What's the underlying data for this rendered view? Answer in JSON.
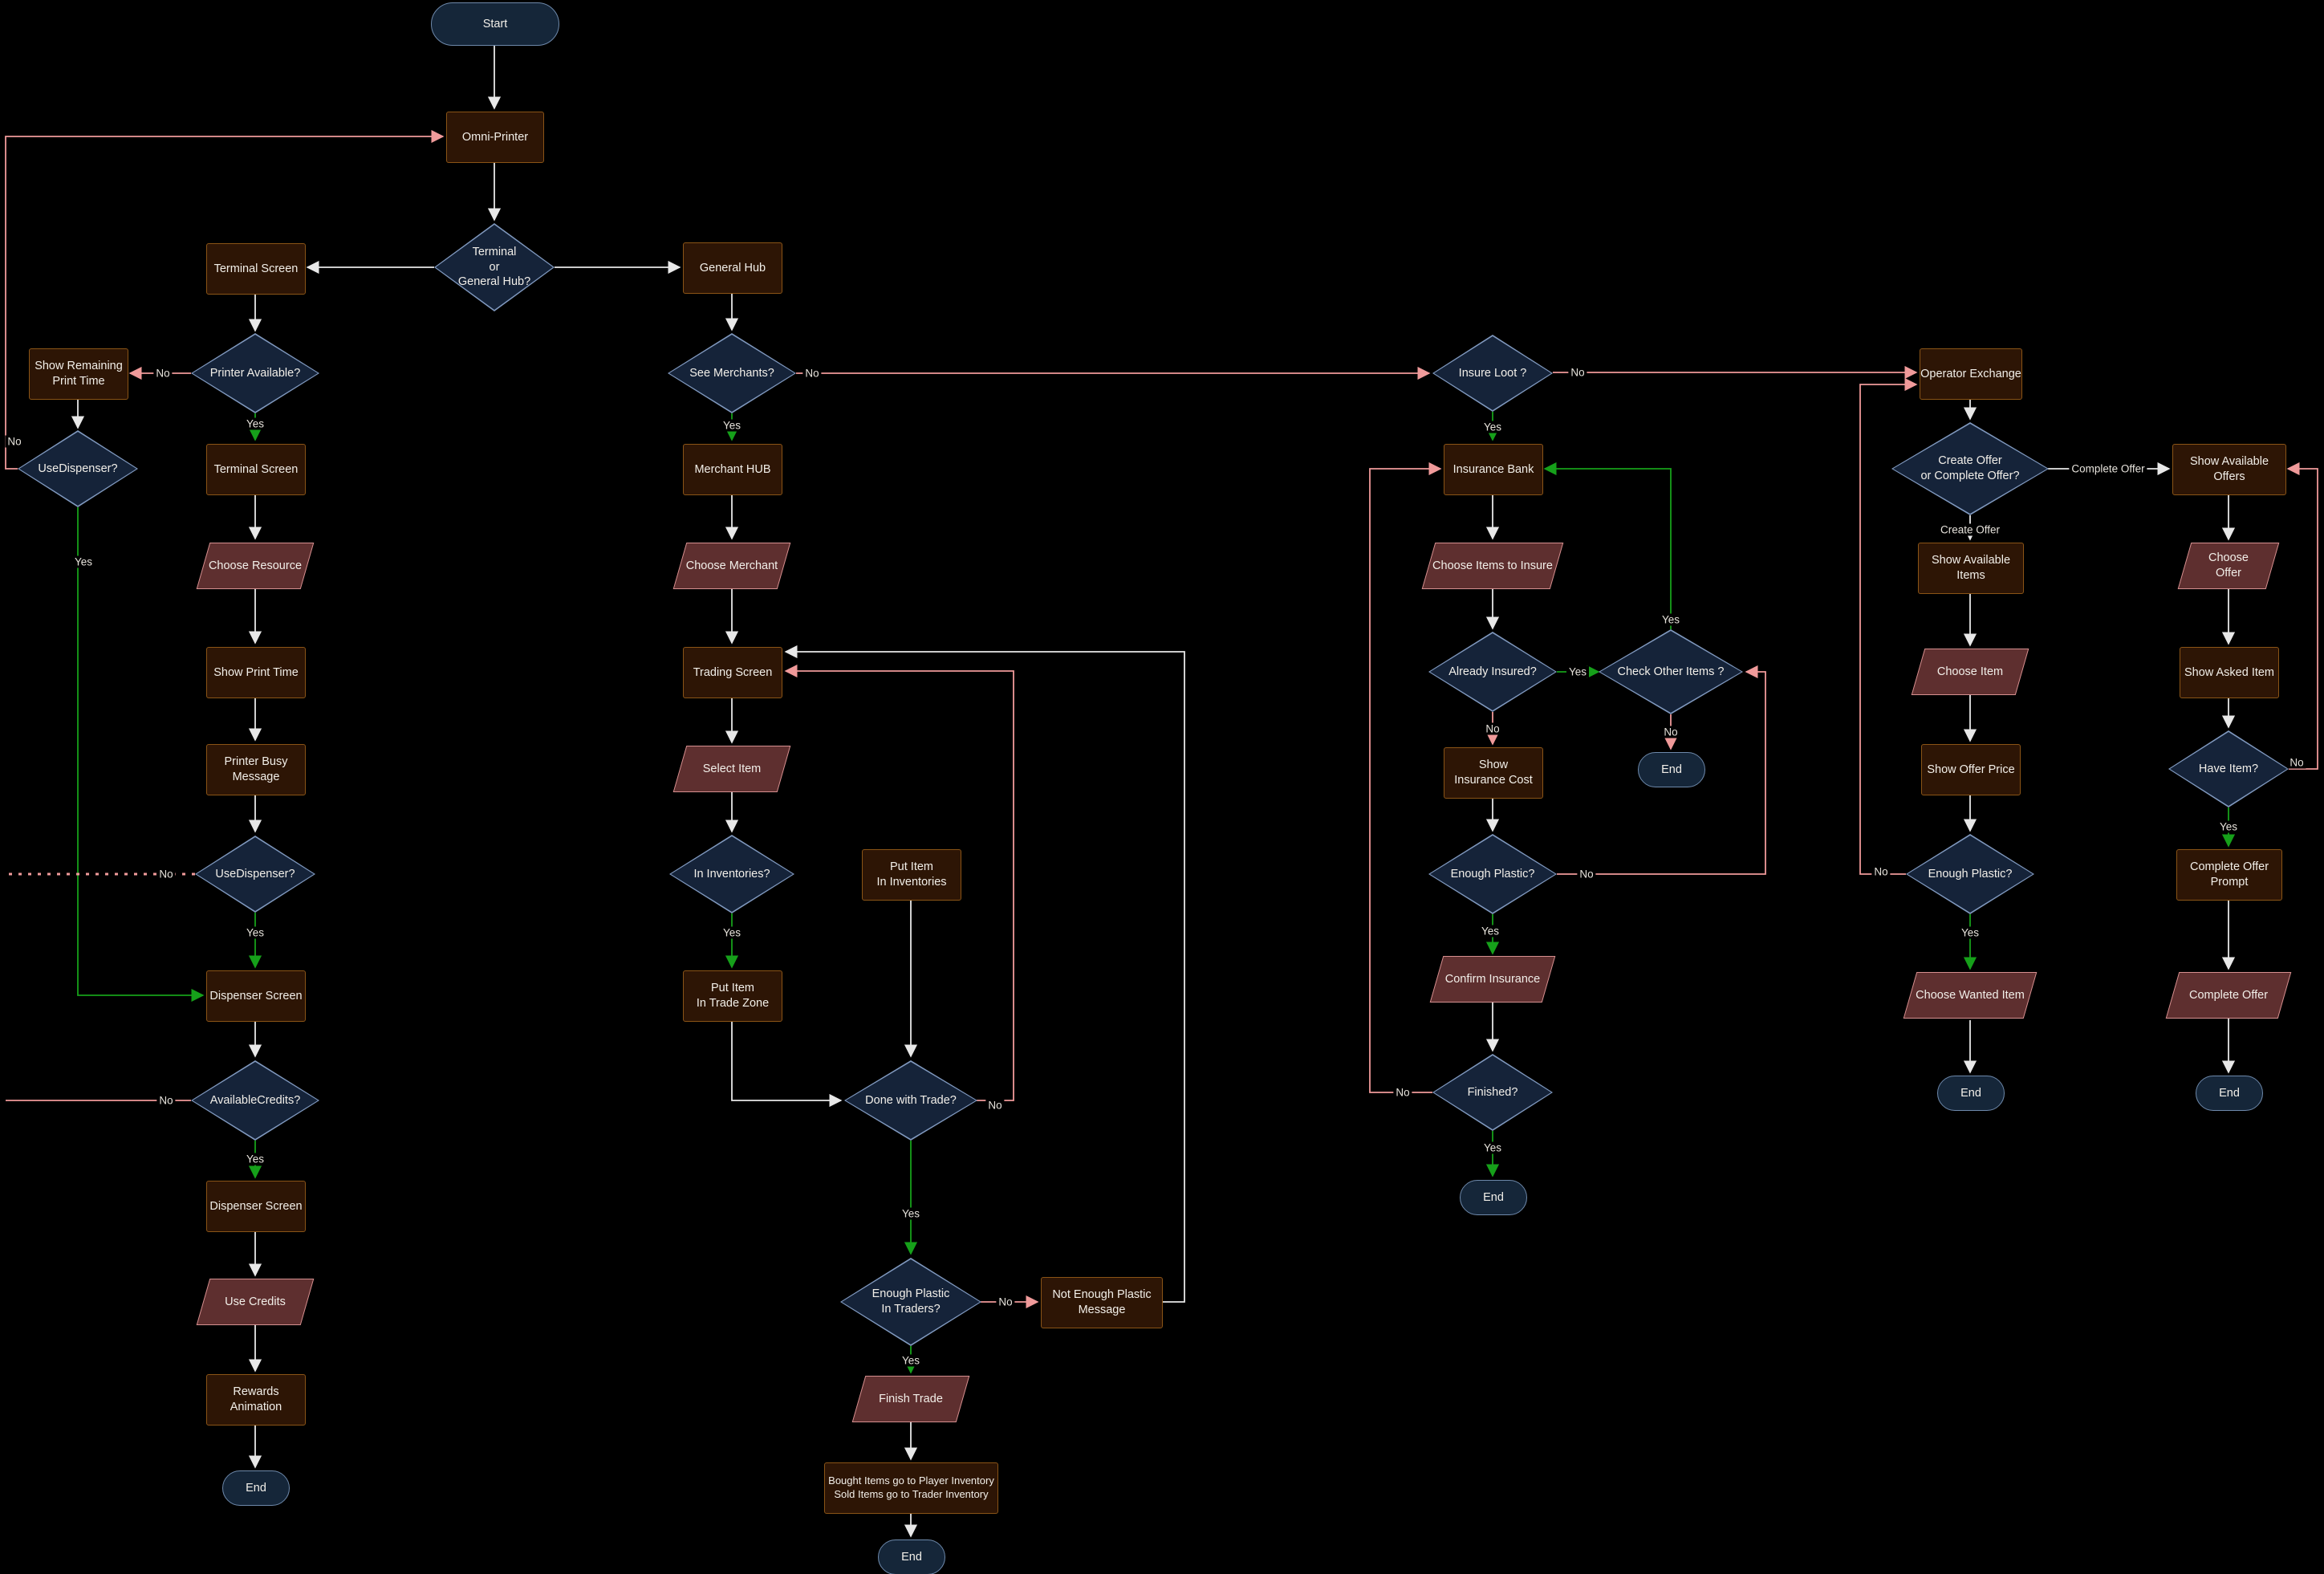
{
  "meta": {
    "diagram_type": "flowchart",
    "background": "#000000"
  },
  "colors": {
    "process_fill": "#2d1505",
    "process_border": "#8a5416",
    "io_fill": "#5e2f2f",
    "io_border": "#d69090",
    "decision_fill": "#152339",
    "decision_border": "#8099bf",
    "terminator_fill": "#152639",
    "terminator_border": "#6e89ab",
    "edge_default": "#e8e8e8",
    "edge_yes": "#16a01a",
    "edge_no": "#f09a9a",
    "text": "#f2efe9"
  },
  "edge_labels": {
    "yes": "Yes",
    "no": "No",
    "create_offer": "Create Offer",
    "complete_offer": "Complete Offer"
  },
  "nodes": {
    "start": {
      "label": "Start"
    },
    "omni_printer": {
      "label": "Omni-Printer"
    },
    "terminal_or_hub": {
      "label": "Terminal\nor\nGeneral Hub?"
    },
    "terminal_screen_1": {
      "label": "Terminal Screen"
    },
    "general_hub": {
      "label": "General Hub"
    },
    "printer_available": {
      "label": "Printer Available?"
    },
    "show_remaining": {
      "label": "Show Remaining\nPrint Time"
    },
    "use_dispenser_1": {
      "label": "UseDispenser?"
    },
    "terminal_screen_2": {
      "label": "Terminal Screen"
    },
    "choose_resource": {
      "label": "Choose Resource"
    },
    "show_print_time": {
      "label": "Show Print Time"
    },
    "printer_busy": {
      "label": "Printer Busy\nMessage"
    },
    "use_dispenser_2": {
      "label": "UseDispenser?"
    },
    "dispenser_screen_1": {
      "label": "Dispenser Screen"
    },
    "available_credits": {
      "label": "AvailableCredits?"
    },
    "dispenser_screen_2": {
      "label": "Dispenser Screen"
    },
    "use_credits": {
      "label": "Use Credits"
    },
    "rewards_animation": {
      "label": "Rewards Animation"
    },
    "end_left": {
      "label": "End"
    },
    "see_merchants": {
      "label": "See Merchants?"
    },
    "merchant_hub": {
      "label": "Merchant HUB"
    },
    "choose_merchant": {
      "label": "Choose Merchant"
    },
    "trading_screen": {
      "label": "Trading Screen"
    },
    "select_item": {
      "label": "Select Item"
    },
    "in_inventories": {
      "label": "In Inventories?"
    },
    "put_item_inventories": {
      "label": "Put Item\nIn Inventories"
    },
    "put_item_trade_zone": {
      "label": "Put Item\nIn Trade Zone"
    },
    "done_with_trade": {
      "label": "Done with Trade?"
    },
    "enough_plastic_traders": {
      "label": "Enough Plastic\nIn Traders?"
    },
    "not_enough_plastic": {
      "label": "Not Enough Plastic\nMessage"
    },
    "finish_trade": {
      "label": "Finish Trade"
    },
    "bought_sold": {
      "label": "Bought Items go to Player Inventory\nSold Items go to Trader Inventory"
    },
    "end_middle": {
      "label": "End"
    },
    "insure_loot": {
      "label": "Insure Loot ?"
    },
    "insurance_bank": {
      "label": "Insurance Bank"
    },
    "choose_items_insure": {
      "label": "Choose Items to Insure"
    },
    "already_insured": {
      "label": "Already Insured?"
    },
    "check_other_items": {
      "label": "Check Other Items ?"
    },
    "end_check": {
      "label": "End"
    },
    "show_insurance_cost": {
      "label": "Show\nInsurance Cost"
    },
    "enough_plastic_ins": {
      "label": "Enough Plastic?"
    },
    "confirm_insurance": {
      "label": "Confirm Insurance"
    },
    "finished": {
      "label": "Finished?"
    },
    "end_insurance": {
      "label": "End"
    },
    "operator_exchange": {
      "label": "Operator Exchange"
    },
    "create_or_complete": {
      "label": "Create Offer\nor Complete Offer?"
    },
    "show_available_items": {
      "label": "Show Available Items"
    },
    "choose_item": {
      "label": "Choose Item"
    },
    "show_offer_price": {
      "label": "Show Offer Price"
    },
    "enough_plastic_create": {
      "label": "Enough Plastic?"
    },
    "choose_wanted_item": {
      "label": "Choose Wanted Item"
    },
    "end_create": {
      "label": "End"
    },
    "show_available_offers": {
      "label": "Show Available Offers"
    },
    "choose_offer": {
      "label": "Choose\nOffer"
    },
    "show_asked_item": {
      "label": "Show Asked Item"
    },
    "have_item": {
      "label": "Have Item?"
    },
    "complete_offer_prompt": {
      "label": "Complete Offer\nPrompt"
    },
    "complete_offer": {
      "label": "Complete Offer"
    },
    "end_complete": {
      "label": "End"
    }
  }
}
